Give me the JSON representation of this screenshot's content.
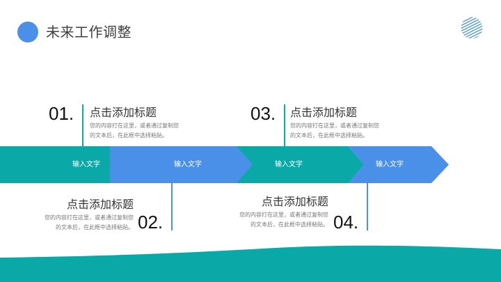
{
  "header": {
    "title": "未来工作调整",
    "accent_color": "#4A90E8"
  },
  "colors": {
    "teal": "#0AA8A6",
    "blue": "#4A90E8",
    "text_dark": "#333333",
    "text_muted": "#777777"
  },
  "steps": [
    {
      "number": "01.",
      "title": "点击添加标题",
      "desc_line1": "您的内容打在这里，或者通过复制您",
      "desc_line2": "的文本后，在此框中选择粘贴。",
      "arrow_label": "输入文字",
      "color": "teal"
    },
    {
      "number": "02.",
      "title": "点击添加标题",
      "desc_line1": "您的内容打在这里，或者通过复制您",
      "desc_line2": "的文本后，在此框中选择粘贴。",
      "arrow_label": "输入文字",
      "color": "blue"
    },
    {
      "number": "03.",
      "title": "点击添加标题",
      "desc_line1": "您的内容打在这里，或者通过复制您",
      "desc_line2": "的文本后，在此框中选择粘贴。",
      "arrow_label": "输入文字",
      "color": "teal"
    },
    {
      "number": "04.",
      "title": "点击添加标题",
      "desc_line1": "您的内容打在这里，或者通过复制您",
      "desc_line2": "的文本后，在此框中选择粘贴。",
      "arrow_label": "输入文字",
      "color": "blue"
    }
  ],
  "icons": {
    "title_bullet": "filled-circle",
    "corner_decoration": "hatched-circle"
  }
}
